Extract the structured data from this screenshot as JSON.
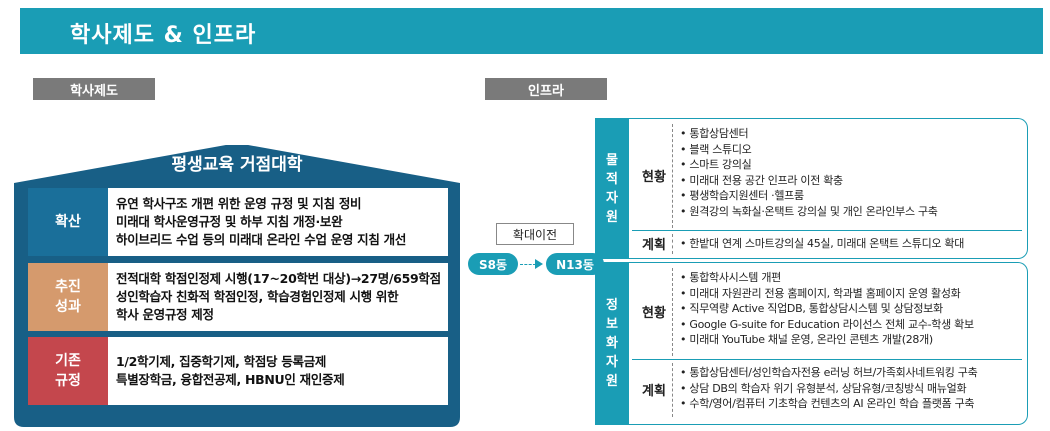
{
  "header": {
    "title": "학사제도 & 인프라"
  },
  "sections": {
    "left_tag": "학사제도",
    "right_tag": "인프라"
  },
  "academic": {
    "title": "평생교육 거점대학",
    "rows": [
      {
        "badge": [
          "확산"
        ],
        "lines": [
          "유연 학사구조 개편 위한 운영 규정 및 지침 정비",
          "미래대 학사운영규정 및 하부 지침 개정·보완",
          "하이브리드 수업 등의 미래대 온라인 수업 운영 지침 개선"
        ]
      },
      {
        "badge": [
          "추진",
          "성과"
        ],
        "lines": [
          "전적대학 학점인정제 시행(17~20학번 대상)→27명/659학점",
          "성인학습자 친화적 학점인정, 학습경험인정제 시행 위한",
          "학사 운영규정 제정"
        ]
      },
      {
        "badge": [
          "기존",
          "규정"
        ],
        "lines": [
          "1/2학기제, 집중학기제, 학점당 등록금제",
          "특별장학금, 융합전공제, HBNU인 재인증제"
        ]
      }
    ]
  },
  "move": {
    "label": "확대이전",
    "from": "S8동",
    "to": "N13동"
  },
  "infra": {
    "physical": {
      "category": [
        "물",
        "적",
        "자",
        "원"
      ],
      "current_label": "현황",
      "current": [
        "통합상담센터",
        "블랙 스튜디오",
        "스마트 강의실",
        "미래대 전용 공간 인프라 이전 확충",
        "평생학습지원센터 ·헬프룸",
        "원격강의 녹화실·온택트 강의실 및 개인 온라인부스 구축"
      ],
      "plan_label": "계획",
      "plan": [
        "한밭대 연계 스마트강의실 45실, 미래대 온택트 스튜디오 확대"
      ]
    },
    "info": {
      "category": [
        "정",
        "보",
        "화",
        "자",
        "원"
      ],
      "current_label": "현황",
      "current": [
        "통합학사시스템 개편",
        "미래대 자원관리 전용 홈페이지, 학과별 홈페이지 운영 활성화",
        "직무역량 Active 직업DB, 통합상담시스템 및 상담정보화",
        "Google G-suite for Education 라이선스 전체 교수-학생 확보",
        "미래대 YouTube 채널 운영, 온라인 콘텐츠 개발(28개)"
      ],
      "plan_label": "계획",
      "plan": [
        "통합상담센터/성인학습자전용 e러닝 허브/가족회사네트워킹 구축",
        "상담 DB의 학습자 위기 유형분석, 상담유형/코칭방식 매뉴얼화",
        "수학/영어/컴퓨터 기초학습 컨텐츠의 AI 온라인 학습 플랫폼 구축"
      ]
    }
  }
}
